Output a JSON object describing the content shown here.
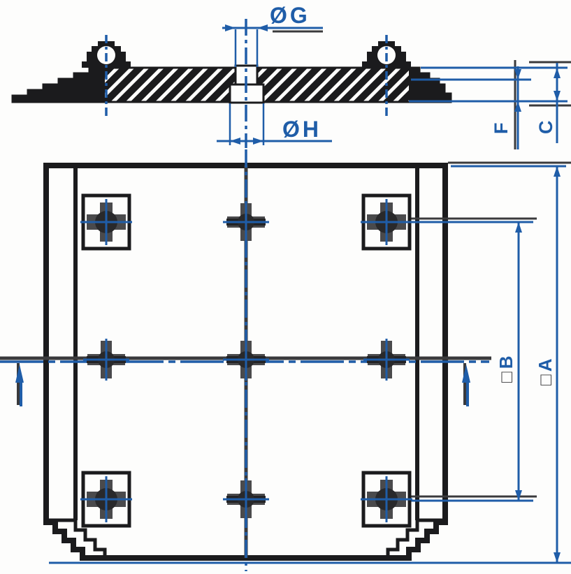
{
  "drawing": {
    "title": "vacuum clamping plate technical drawing",
    "views": {
      "section_view": "top cross-section view",
      "plan_view": "bottom plan view"
    },
    "dimensions": {
      "top_hole_diameter": "ØG",
      "bottom_hole_diameter": "ØH",
      "edge_height": "F",
      "total_height": "C",
      "hole_pitch_square": {
        "prefix": "□",
        "letter": "B"
      },
      "outer_square": {
        "prefix": "□",
        "letter": "A"
      }
    },
    "colors": {
      "dimension_blue": "#1f5da8",
      "extension_gray": "#3a3a3c",
      "line_black": "#1b1b1d",
      "background": "#fdfdfc"
    }
  }
}
